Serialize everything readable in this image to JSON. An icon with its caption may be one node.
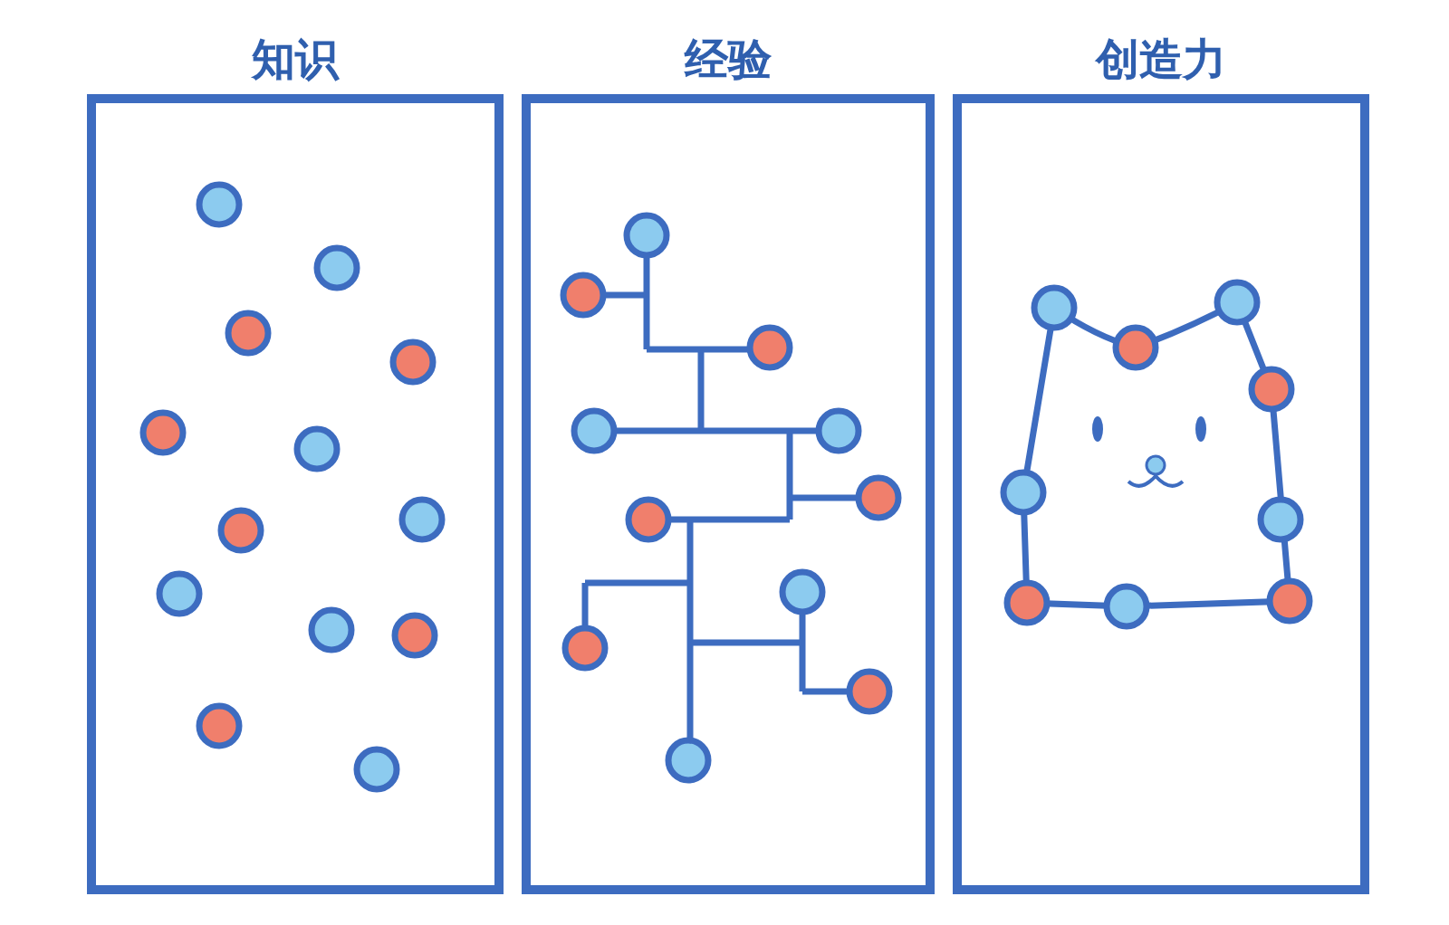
{
  "diagram": {
    "nodes": [
      {
        "text": [
          "知识"
        ]
      },
      {
        "text": [
          "经验"
        ]
      },
      {
        "text": [
          "创造力"
        ]
      }
    ]
  }
}
